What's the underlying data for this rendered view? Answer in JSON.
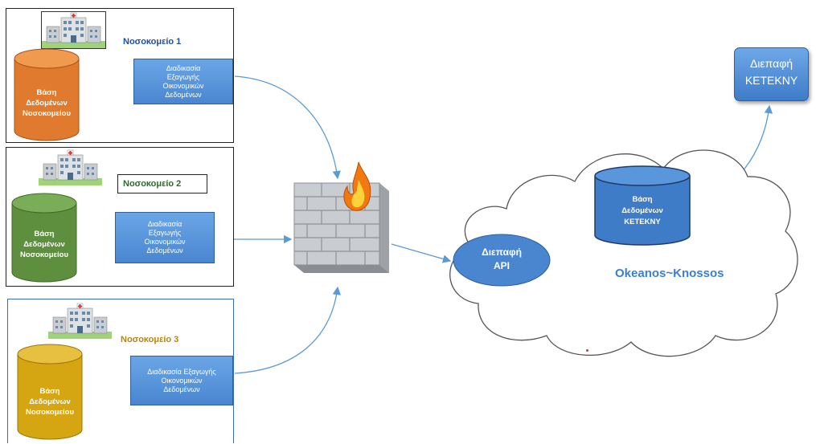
{
  "hospitals": [
    {
      "name": "Νοσοκομείο 1",
      "name_color": "#1f4e9c",
      "db_lines": [
        "Βάση",
        "Δεδομένων",
        "Νοσοκομείου"
      ],
      "db_color": "#e07a2e",
      "process_lines": [
        "Διαδικασία",
        "Εξαγωγής",
        "Οικονομικών",
        "Δεδομένων"
      ]
    },
    {
      "name": "Νοσοκομείο 2",
      "name_color": "#2e6b2a",
      "db_lines": [
        "Βάση",
        "Δεδομένων",
        "Νοσοκομείου"
      ],
      "db_color": "#5e8f3e",
      "process_lines": [
        "Διαδικασία",
        "Εξαγωγής",
        "Οικονομικών",
        "Δεδομένων"
      ]
    },
    {
      "name": "Νοσοκομείο 3",
      "name_color": "#b8860b",
      "db_lines": [
        "Βάση",
        "Δεδομένων",
        "Νοσοκομείου"
      ],
      "db_color": "#d6a512",
      "process_lines": [
        "Διαδικασία Εξαγωγής",
        "Οικονομικών",
        "Δεδομένων"
      ]
    }
  ],
  "api": {
    "lines": [
      "Διεπαφή",
      "API"
    ]
  },
  "ketekny_db": {
    "lines": [
      "Βάση",
      "Δεδομένων",
      "ΚΕΤΕΚΝΥ"
    ]
  },
  "ketekny_ui": {
    "lines": [
      "Διεπαφή",
      "ΚΕΤΕΚΝΥ"
    ]
  },
  "cloud": {
    "label": "Okeanos~Knossos"
  },
  "colors": {
    "arrow": "#5b9bd5",
    "box_blue": "#4a86d0",
    "cloud_text": "#3b7fd0"
  }
}
